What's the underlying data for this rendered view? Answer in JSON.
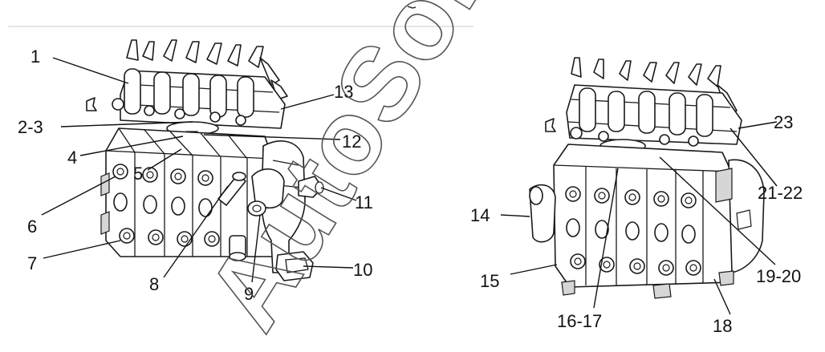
{
  "watermark": "AutoSoft",
  "left_callouts": [
    "1",
    "2-3",
    "4",
    "5",
    "6",
    "7",
    "8",
    "9",
    "10",
    "11",
    "12",
    "13"
  ],
  "right_callouts": [
    "14",
    "15",
    "16-17",
    "18",
    "19-20",
    "21-22",
    "23"
  ]
}
